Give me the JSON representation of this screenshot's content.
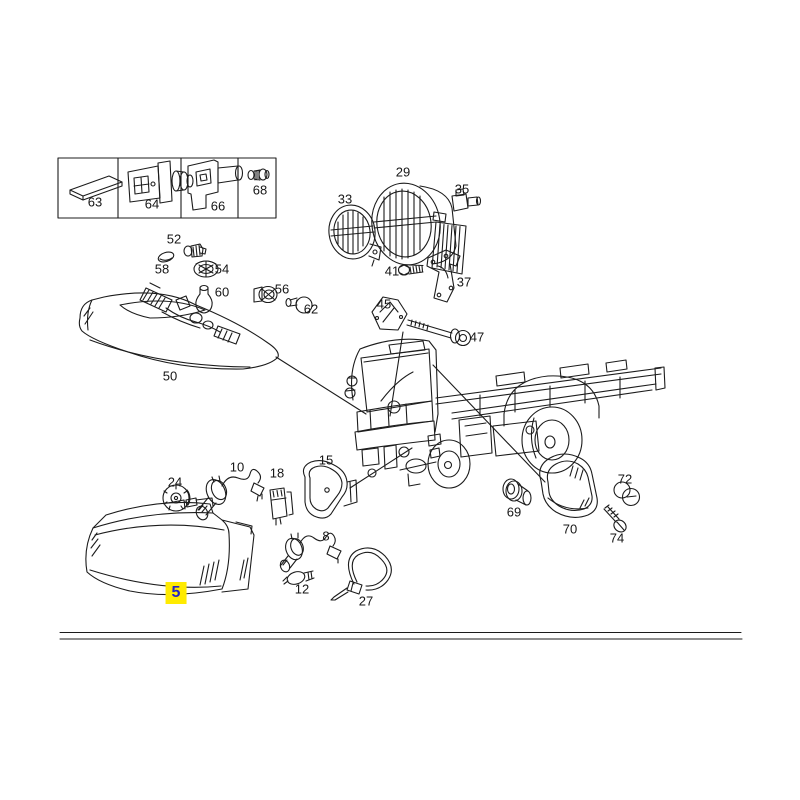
{
  "diagram": {
    "description": "Exploded parts diagram of truck front headlamp and lamp components with reference vehicle illustration",
    "selected_part": "5",
    "colors": {
      "background": "#ffffff",
      "line_art": "#1c1c1c",
      "highlight_bg": "#ffeb00",
      "highlight_text": "#2323c3",
      "separator_light": "#d9d9d9",
      "separator_dark": "#b2b2b2"
    },
    "labels": [
      {
        "text": "63"
      },
      {
        "text": "64"
      },
      {
        "text": "66"
      },
      {
        "text": "68"
      },
      {
        "text": "52"
      },
      {
        "text": "58"
      },
      {
        "text": "54"
      },
      {
        "text": "60"
      },
      {
        "text": "50"
      },
      {
        "text": "56"
      },
      {
        "text": "62"
      },
      {
        "text": "33"
      },
      {
        "text": "29"
      },
      {
        "text": "35"
      },
      {
        "text": "41"
      },
      {
        "text": "37"
      },
      {
        "text": "45"
      },
      {
        "text": "47"
      },
      {
        "text": "24"
      },
      {
        "text": "10"
      },
      {
        "text": "18"
      },
      {
        "text": "15"
      },
      {
        "text": "5",
        "highlighted": true
      },
      {
        "text": "8"
      },
      {
        "text": "12"
      },
      {
        "text": "27"
      },
      {
        "text": "69"
      },
      {
        "text": "70"
      },
      {
        "text": "72"
      },
      {
        "text": "74"
      }
    ]
  }
}
